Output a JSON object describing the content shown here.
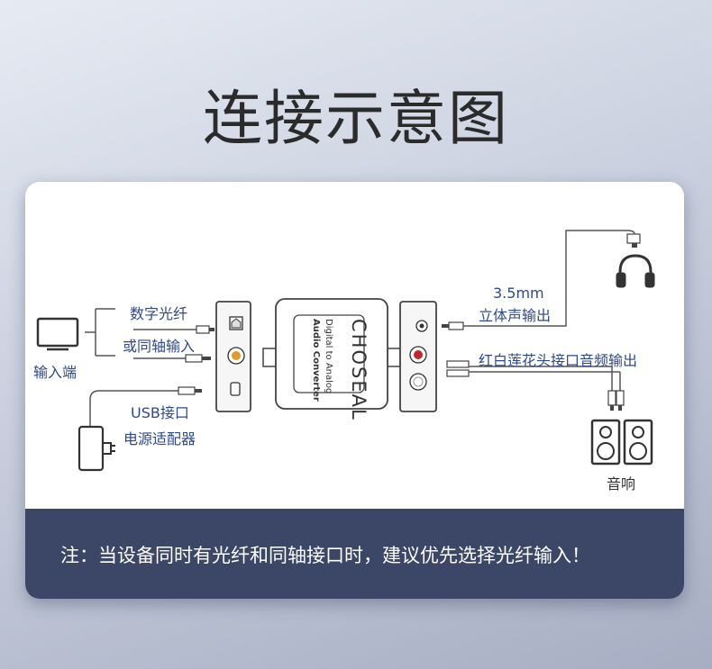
{
  "title": "连接示意图",
  "labels": {
    "input_end": "输入端",
    "optical": "数字光纤",
    "coaxial": "或同轴输入",
    "usb": "USB接口",
    "power_adapter": "电源适配器",
    "headphone_size": "3.5mm",
    "stereo_output": "立体声输出",
    "rca_output": "红白莲花头接口音频输出",
    "speaker": "音响"
  },
  "device": {
    "brand": "CHOSEAL",
    "line1": "Digital to Analog",
    "line2": "Audio Converter"
  },
  "note": "注：当设备同时有光纤和同轴接口时，建议优先选择光纤输入！",
  "colors": {
    "label_blue": "#2f4a8a",
    "band": "#3c4767",
    "line": "#555555",
    "rca_red": "#c0262b",
    "coax_orange": "#e39a2c"
  }
}
